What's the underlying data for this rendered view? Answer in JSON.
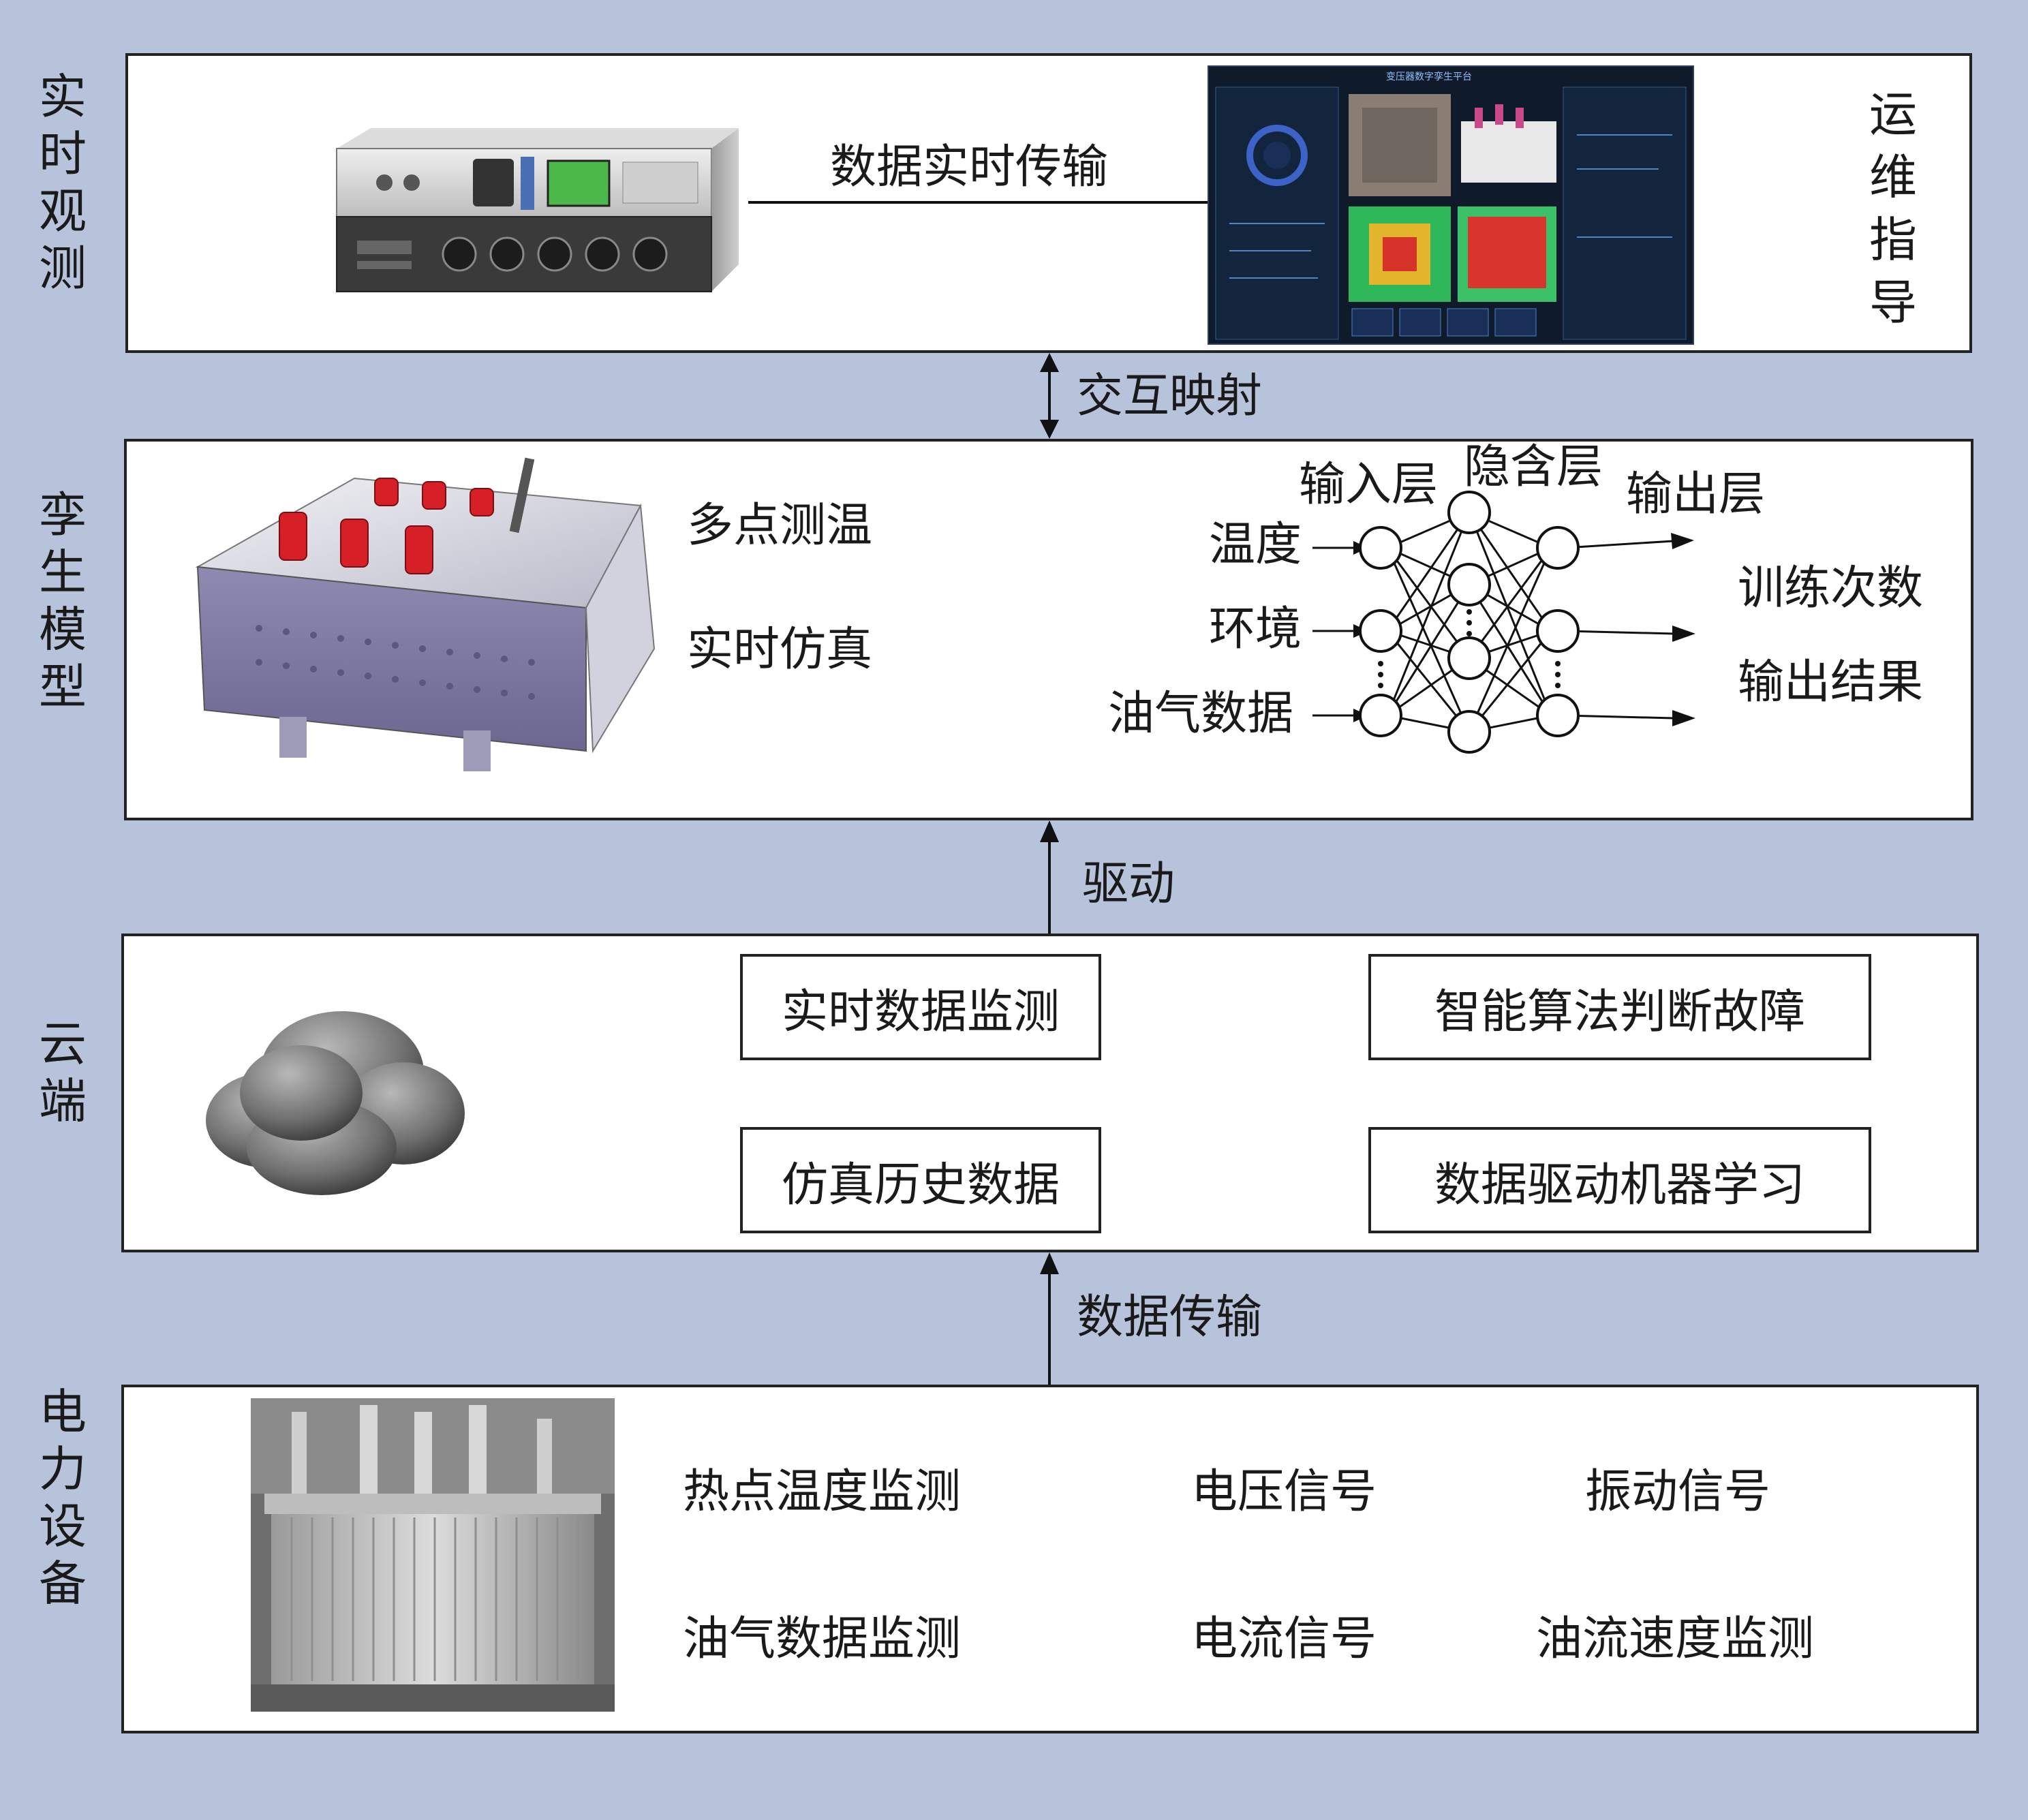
{
  "layers": {
    "observe": "实时观测",
    "twin": "孪生模型",
    "cloud": "云端",
    "equipment": "电力设备"
  },
  "observe": {
    "transfer_label": "数据实时传输",
    "ops_label": "运维指导",
    "screen_title": "变压器数字孪生平台"
  },
  "connectors": {
    "interactive_mapping": "交互映射",
    "drive": "驱动",
    "data_transfer": "数据传输"
  },
  "twin": {
    "features": [
      "多点测温",
      "实时仿真"
    ],
    "nn": {
      "layer_labels": {
        "input": "输入层",
        "hidden": "隐含层",
        "output": "输出层"
      },
      "inputs": [
        "温度",
        "环境",
        "油气数据"
      ],
      "outputs": [
        "训练次数",
        "输出结果"
      ]
    }
  },
  "cloud": {
    "boxes": [
      "实时数据监测",
      "智能算法判断故障",
      "仿真历史数据",
      "数据驱动机器学习"
    ]
  },
  "equipment": {
    "signals": [
      "热点温度监测",
      "电压信号",
      "振动信号",
      "油气数据监测",
      "电流信号",
      "油流速度监测"
    ]
  },
  "colors": {
    "background": "#b7c3da",
    "panel": "#ffffff",
    "bushing_red": "#d61f26",
    "screen_bg": "#0f1a2b"
  }
}
